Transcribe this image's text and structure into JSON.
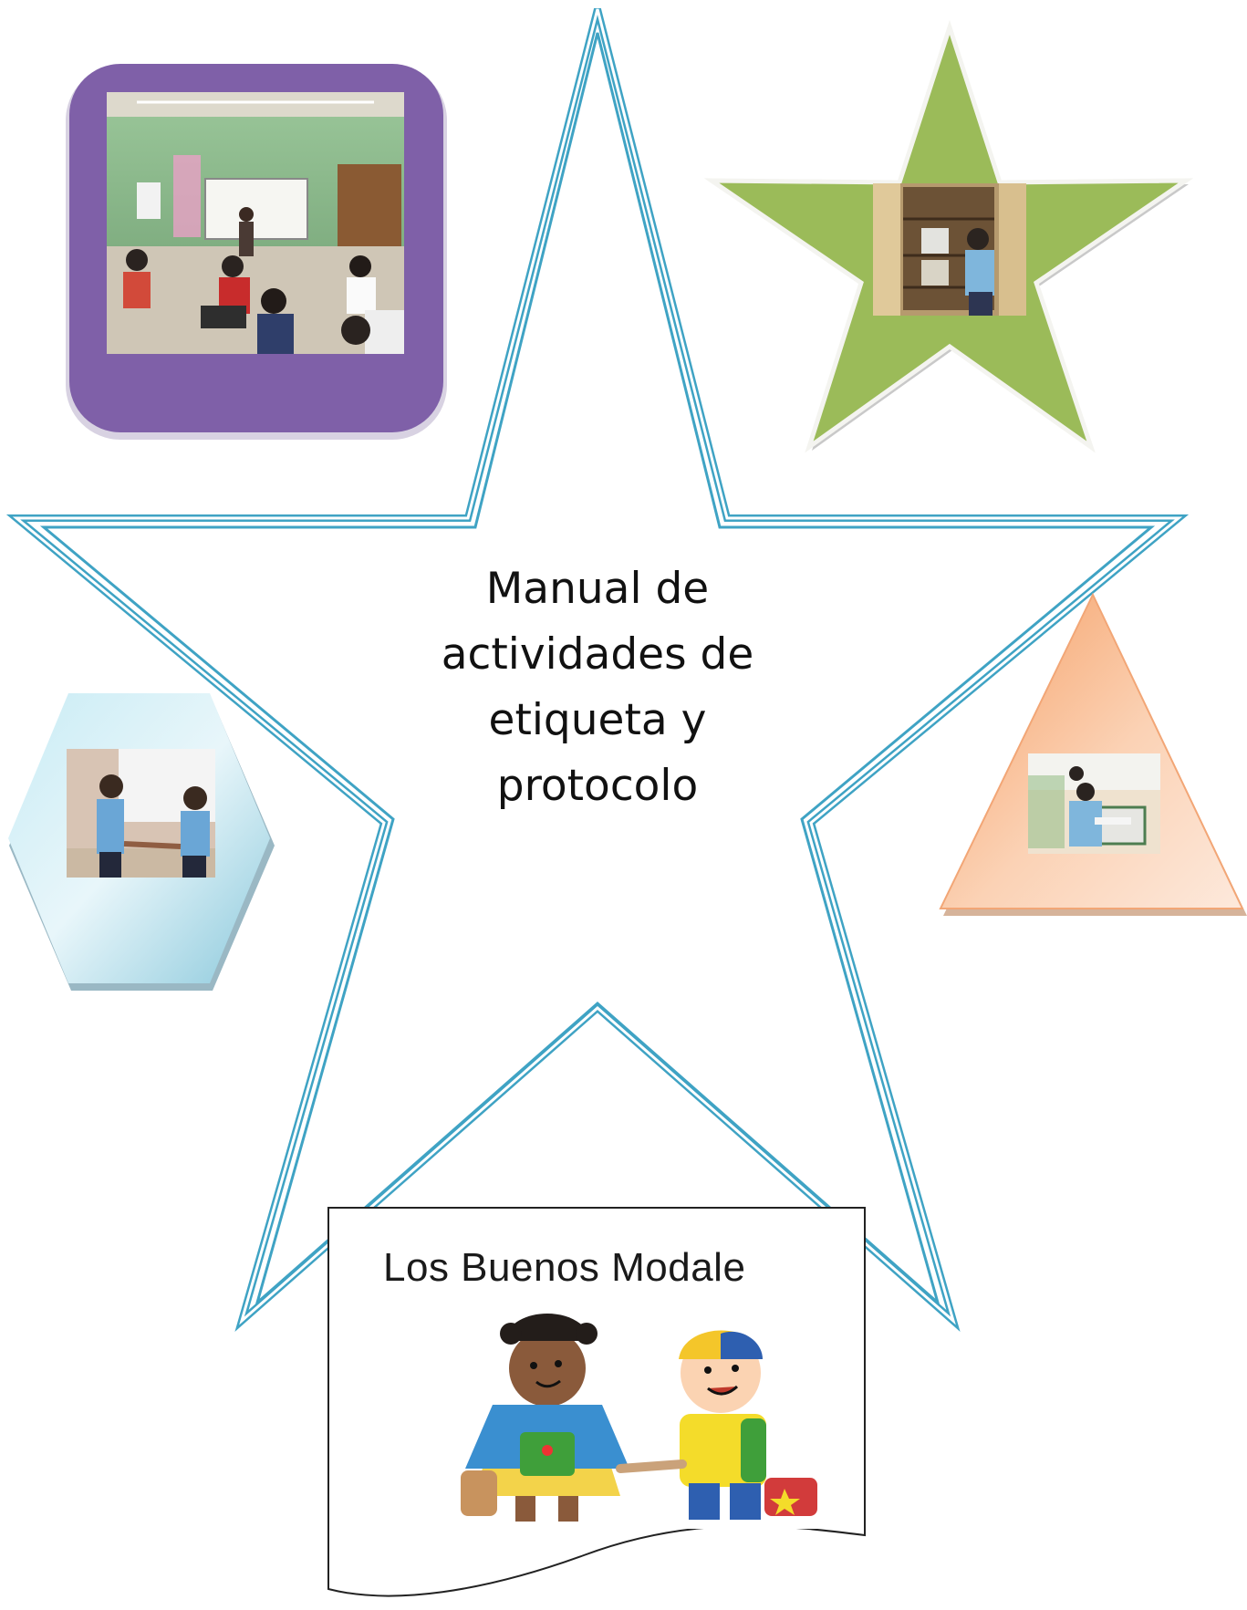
{
  "document": {
    "title_lines": [
      "Manual de",
      "actividades de",
      "etiqueta y",
      "protocolo"
    ]
  },
  "banner": {
    "text": "Los Buenos Modale"
  },
  "colors": {
    "big_star_outline": "#3fa3c4",
    "purple_frame": "#7f60a8",
    "green_star": "#9bbb59",
    "orange_triangle": "#f7c59f",
    "hexagon": "#a9d6e5"
  },
  "images": {
    "classroom_photo": "photo-classroom",
    "library_photo": "photo-boy-at-bookshelf",
    "handshake_photo": "photo-two-boys-handshake",
    "desk_photo": "photo-students-at-desks",
    "cartoon": "cartoon-kids-holding-hands"
  }
}
